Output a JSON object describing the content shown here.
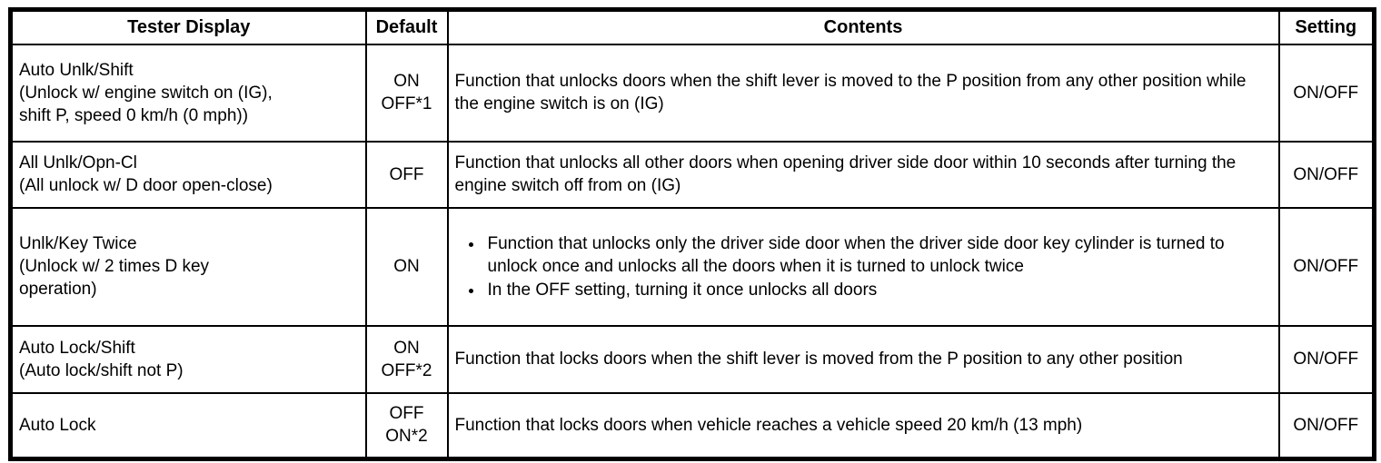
{
  "table": {
    "headers": [
      "Tester Display",
      "Default",
      "Contents",
      "Setting"
    ],
    "rows": [
      {
        "tester_display": "Auto Unlk/Shift\n(Unlock w/ engine switch on (IG),\nshift P, speed 0 km/h (0 mph))",
        "default": "ON\nOFF*1",
        "contents": "Function that unlocks doors when the shift lever is moved to the P position from any other position while the engine switch is on (IG)",
        "setting": "ON/OFF",
        "height": 107
      },
      {
        "tester_display": "All Unlk/Opn-Cl\n(All unlock w/ D door open-close)",
        "default": "OFF",
        "contents": "Function that unlocks all other doors when opening driver side door within 10 seconds after turning the engine switch off from on (IG)",
        "setting": "ON/OFF",
        "height": 73
      },
      {
        "tester_display": "Unlk/Key Twice\n(Unlock w/ 2 times D key\noperation)",
        "default": "ON",
        "contents": [
          "Function that unlocks only the driver side door when the driver side door key cylinder is turned to unlock once and unlocks all the doors when it is turned to unlock twice",
          "In the OFF setting, turning it once unlocks all doors"
        ],
        "setting": "ON/OFF",
        "height": 130
      },
      {
        "tester_display": "Auto Lock/Shift\n(Auto lock/shift not P)",
        "default": "ON\nOFF*2",
        "contents": "Function that locks doors when the shift lever is moved from the P position to any other position",
        "setting": "ON/OFF",
        "height": 74
      },
      {
        "tester_display": "Auto Lock",
        "default": "OFF\nON*2",
        "contents": "Function that locks doors when vehicle reaches a vehicle speed 20 km/h (13 mph)",
        "setting": "ON/OFF",
        "height": 73
      }
    ]
  }
}
